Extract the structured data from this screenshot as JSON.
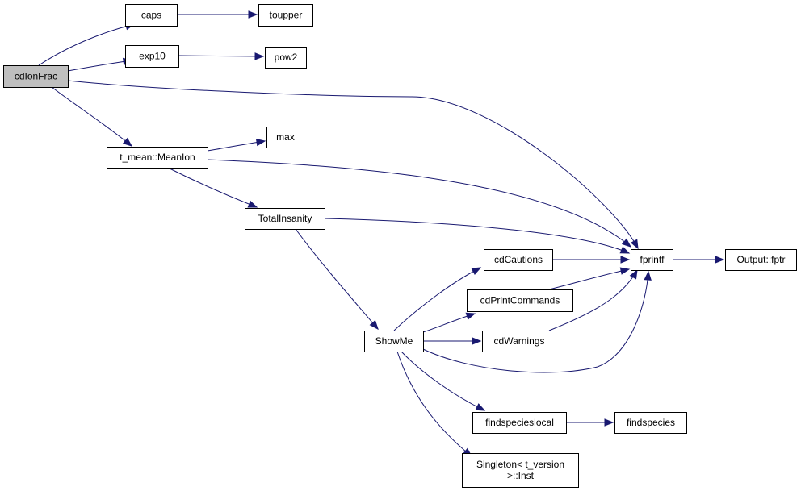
{
  "diagram": {
    "nodes": [
      {
        "id": "cdIonFrac",
        "lines": [
          "cdIonFrac"
        ],
        "root": true
      },
      {
        "id": "caps",
        "lines": [
          "caps"
        ]
      },
      {
        "id": "toupper",
        "lines": [
          "toupper"
        ]
      },
      {
        "id": "exp10",
        "lines": [
          "exp10"
        ]
      },
      {
        "id": "pow2",
        "lines": [
          "pow2"
        ]
      },
      {
        "id": "MeanIon",
        "lines": [
          "t_mean::MeanIon"
        ]
      },
      {
        "id": "max",
        "lines": [
          "max"
        ]
      },
      {
        "id": "TotalInsanity",
        "lines": [
          "TotalInsanity"
        ]
      },
      {
        "id": "fprintf",
        "lines": [
          "fprintf"
        ]
      },
      {
        "id": "fptr",
        "lines": [
          "Output::fptr"
        ]
      },
      {
        "id": "cdCautions",
        "lines": [
          "cdCautions"
        ]
      },
      {
        "id": "cdPrintCommands",
        "lines": [
          "cdPrintCommands"
        ]
      },
      {
        "id": "cdWarnings",
        "lines": [
          "cdWarnings"
        ]
      },
      {
        "id": "ShowMe",
        "lines": [
          "ShowMe"
        ]
      },
      {
        "id": "findspecieslocal",
        "lines": [
          "findspecieslocal"
        ]
      },
      {
        "id": "findspecies",
        "lines": [
          "findspecies"
        ]
      },
      {
        "id": "Inst",
        "lines": [
          "Singleton< t_version",
          ">::Inst"
        ]
      }
    ],
    "edges": [
      {
        "from": "cdIonFrac",
        "to": "caps"
      },
      {
        "from": "caps",
        "to": "toupper"
      },
      {
        "from": "cdIonFrac",
        "to": "exp10"
      },
      {
        "from": "exp10",
        "to": "pow2"
      },
      {
        "from": "cdIonFrac",
        "to": "fprintf"
      },
      {
        "from": "cdIonFrac",
        "to": "MeanIon"
      },
      {
        "from": "MeanIon",
        "to": "max"
      },
      {
        "from": "MeanIon",
        "to": "fprintf"
      },
      {
        "from": "MeanIon",
        "to": "TotalInsanity"
      },
      {
        "from": "TotalInsanity",
        "to": "fprintf"
      },
      {
        "from": "TotalInsanity",
        "to": "ShowMe"
      },
      {
        "from": "fprintf",
        "to": "fptr"
      },
      {
        "from": "cdCautions",
        "to": "fprintf"
      },
      {
        "from": "cdPrintCommands",
        "to": "fprintf"
      },
      {
        "from": "cdWarnings",
        "to": "fprintf"
      },
      {
        "from": "ShowMe",
        "to": "cdCautions"
      },
      {
        "from": "ShowMe",
        "to": "cdPrintCommands"
      },
      {
        "from": "ShowMe",
        "to": "cdWarnings"
      },
      {
        "from": "ShowMe",
        "to": "fprintf"
      },
      {
        "from": "ShowMe",
        "to": "findspecieslocal"
      },
      {
        "from": "ShowMe",
        "to": "Inst"
      },
      {
        "from": "findspecieslocal",
        "to": "findspecies"
      }
    ],
    "colors": {
      "edge": "#191970",
      "node_border": "#000000",
      "node_fill": "#ffffff",
      "root_fill": "#bfbfbf"
    }
  }
}
